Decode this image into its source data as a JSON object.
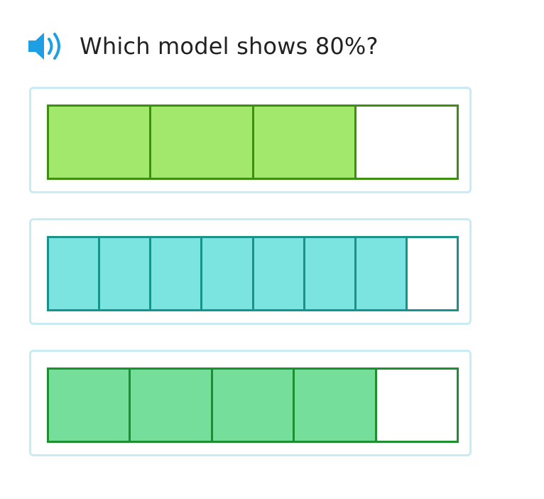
{
  "question": {
    "text": "Which model shows 80%?",
    "speaker_icon": "speaker-icon",
    "speaker_color": "#1e9fe3"
  },
  "options": [
    {
      "name": "option-model-a",
      "parts": 4,
      "shaded": 3,
      "fill_color": "#a1e86c",
      "border_color": "#3d8f12"
    },
    {
      "name": "option-model-b",
      "parts": 8,
      "shaded": 7,
      "fill_color": "#7be4e0",
      "border_color": "#17938c"
    },
    {
      "name": "option-model-c",
      "parts": 5,
      "shaded": 4,
      "fill_color": "#75de9b",
      "border_color": "#1d8f2e"
    }
  ]
}
